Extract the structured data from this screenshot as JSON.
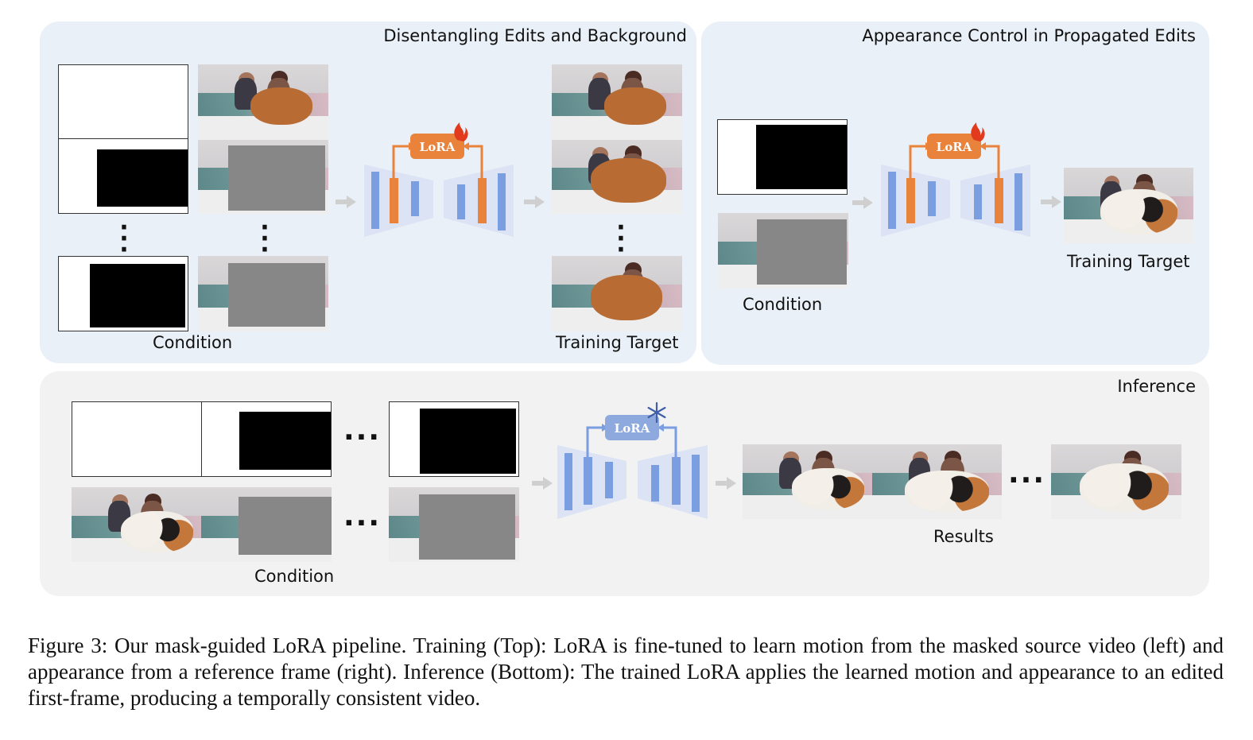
{
  "panels": {
    "disentangle": {
      "title": "Disentangling Edits and Background",
      "condition_label": "Condition",
      "target_label": "Training Target"
    },
    "appearance": {
      "title": "Appearance Control in Propagated Edits",
      "condition_label": "Condition",
      "target_label": "Training Target"
    },
    "inference": {
      "title": "Inference",
      "condition_label": "Condition",
      "results_label": "Results"
    }
  },
  "lora": {
    "label": "LoRA",
    "trainable_icon": "fire-icon",
    "frozen_icon": "snowflake-icon"
  },
  "caption": "Figure 3: Our mask-guided LoRA pipeline. Training (Top): LoRA is fine-tuned to learn motion from the masked source video (left) and appearance from a reference frame (right). Inference (Bottom): The trained LoRA applies the learned motion and appearance to an edited first-frame, producing a temporally consistent video.",
  "colors": {
    "blue_panel": "#e9f0f7",
    "gray_panel": "#f2f2f2",
    "trainable_orange": "#e9823a",
    "frozen_blue": "#8ea9dd",
    "unet_blue": "#7b9ee0",
    "arrow_gray": "#cfcfcf"
  }
}
